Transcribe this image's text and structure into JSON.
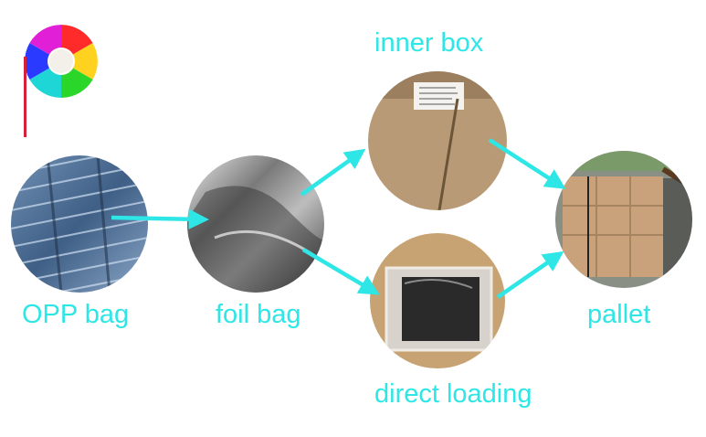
{
  "colors": {
    "accent": "#2ee6e6"
  },
  "nodes": {
    "opp_bag": {
      "label": "OPP bag"
    },
    "foil_bag": {
      "label": "foil bag"
    },
    "inner_box": {
      "label": "inner box"
    },
    "direct_loading": {
      "label": "direct loading"
    },
    "pallet": {
      "label": "pallet"
    }
  },
  "edges": [
    {
      "from": "opp_bag",
      "to": "foil_bag"
    },
    {
      "from": "foil_bag",
      "to": "inner_box"
    },
    {
      "from": "foil_bag",
      "to": "direct_loading"
    },
    {
      "from": "inner_box",
      "to": "pallet"
    },
    {
      "from": "direct_loading",
      "to": "pallet"
    }
  ],
  "logo": {
    "icon": "color-wheel-logo-icon"
  }
}
